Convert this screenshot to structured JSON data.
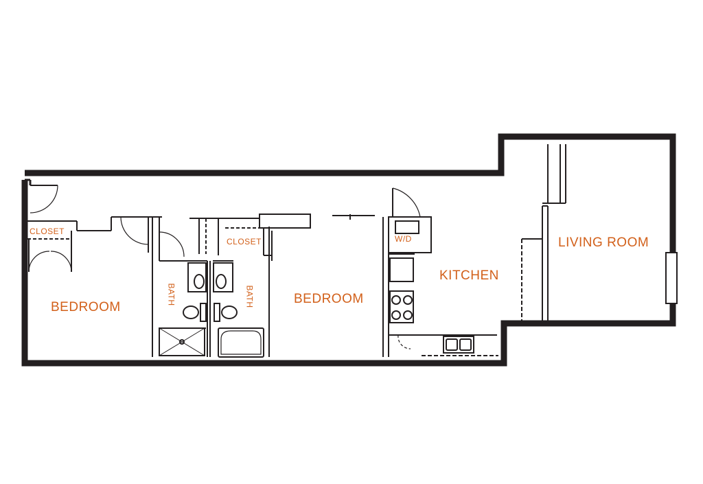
{
  "plan": {
    "accent_color": "#d2601a",
    "wall_color": "#231f20",
    "rooms": {
      "bedroom_left": "BEDROOM",
      "closet_left": "CLOSET",
      "bath_left": "BATH",
      "bath_right": "BATH",
      "closet_middle": "CLOSET",
      "bedroom_middle": "BEDROOM",
      "washer_dryer": "W/D",
      "kitchen": "KITCHEN",
      "living_room": "LIVING ROOM"
    }
  }
}
